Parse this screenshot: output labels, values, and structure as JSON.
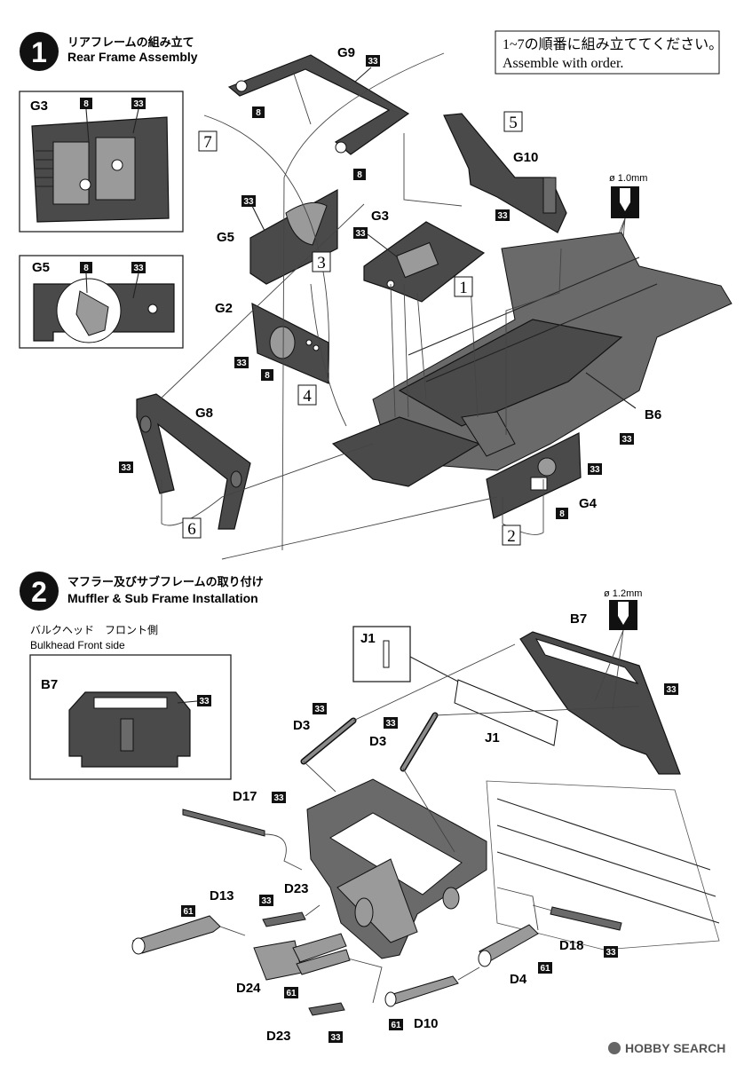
{
  "step1": {
    "number": "1",
    "title_jp": "リアフレームの組み立て",
    "title_en": "Rear Frame Assembly",
    "note_jp": "1~7の順番に組み立ててください。",
    "note_en": "Assemble with order.",
    "drill": "ø 1.0mm",
    "inset_g3": {
      "label": "G3",
      "badge_a": "8",
      "badge_b": "33"
    },
    "inset_g5": {
      "label": "G5",
      "badge_a": "8",
      "badge_b": "33"
    },
    "parts": {
      "g9": "G9",
      "g9_badge": "33",
      "g9_badge_a": "8",
      "g9_badge_b": "8",
      "g10": "G10",
      "g10_badge": "33",
      "g3": "G3",
      "g3_badge": "33",
      "g5": "G5",
      "g5_badge": "33",
      "g2": "G2",
      "g2_badge_a": "33",
      "g2_badge_b": "8",
      "g8": "G8",
      "g8_badge": "33",
      "b6": "B6",
      "b6_badge": "33",
      "g4": "G4",
      "g4_badge_a": "33",
      "g4_badge_b": "8"
    },
    "order": [
      "1",
      "2",
      "3",
      "4",
      "5",
      "6",
      "7"
    ]
  },
  "step2": {
    "number": "2",
    "title_jp": "マフラー及びサブフレームの取り付け",
    "title_en": "Muffler & Sub Frame Installation",
    "drill": "ø 1.2mm",
    "bulkhead_jp": "バルクヘッド　フロント側",
    "bulkhead_en": "Bulkhead Front side",
    "inset_b7": {
      "label": "B7",
      "badge": "33"
    },
    "inset_j1": {
      "label": "J1"
    },
    "parts": {
      "b7": "B7",
      "b7_badge": "33",
      "j1": "J1",
      "d3a": "D3",
      "d3a_badge": "33",
      "d3b": "D3",
      "d3b_badge": "33",
      "d17": "D17",
      "d17_badge": "33",
      "d13": "D13",
      "d13_badge": "61",
      "d23a": "D23",
      "d23a_badge": "33",
      "d24": "D24",
      "d24_badge": "61",
      "d4": "D4",
      "d4_badge": "61",
      "d18": "D18",
      "d18_badge": "33",
      "d10": "D10",
      "d10_badge": "61",
      "d23b": "D23",
      "d23b_badge": "33"
    }
  },
  "watermark": "HOBBY SEARCH",
  "colors": {
    "ink": "#111111",
    "part_dark": "#4a4a4a",
    "part_mid": "#6a6a6a",
    "part_light": "#9a9a9a"
  }
}
